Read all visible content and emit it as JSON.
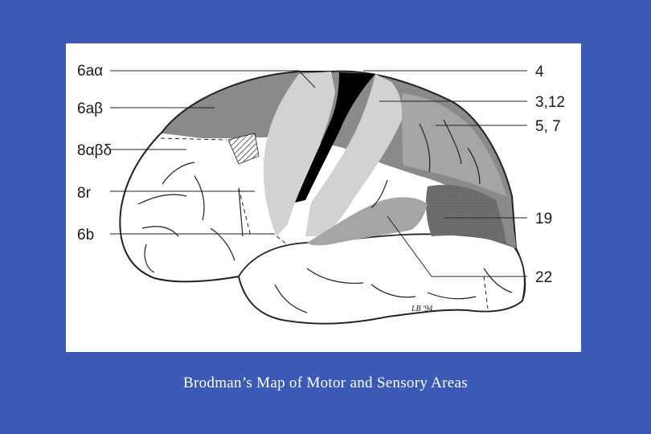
{
  "caption": "Brodman’s Map of Motor and Sensory Areas",
  "signature": "LB '94",
  "labels": {
    "area_6a_alpha": "6aα",
    "area_6a_beta": "6aβ",
    "area_8_abd": "8αβδ",
    "area_8r": "8r",
    "area_6b": "6b",
    "area_4": "4",
    "area_3_12": "3,12",
    "area_5_7": "5, 7",
    "area_19": "19",
    "area_22": "22"
  },
  "colors": {
    "background": "#3a5ab5",
    "panel": "#ffffff",
    "dark_gray": "#8a8a8a",
    "mid_gray": "#a5a5a5",
    "light_gray": "#d2d2d2",
    "black": "#000000"
  }
}
